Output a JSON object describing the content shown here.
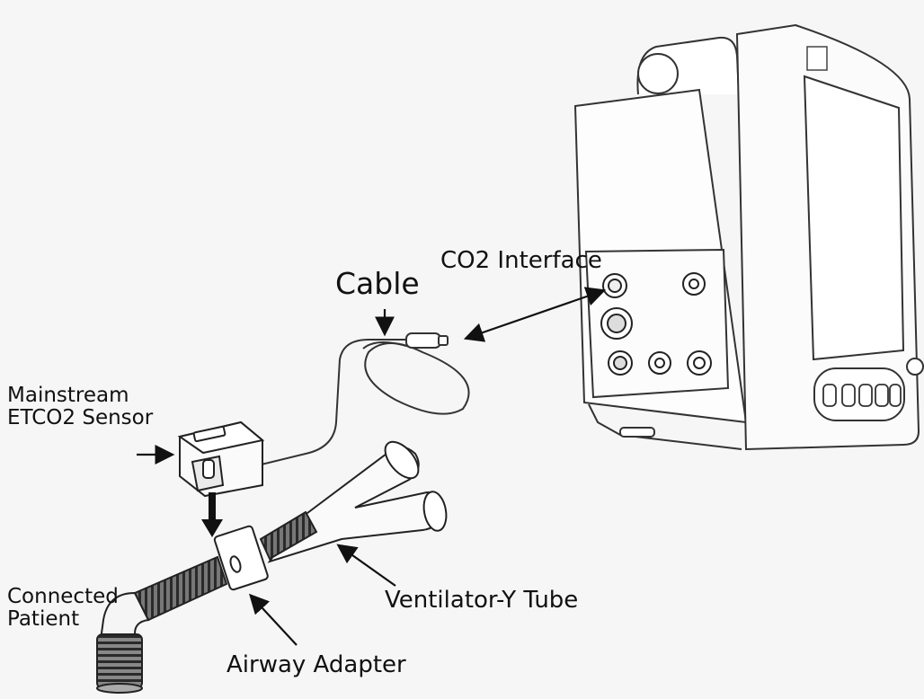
{
  "labels": {
    "cable": "Cable",
    "co2_interface": "CO2 Interface",
    "sensor_line1": "Mainstream",
    "sensor_line2": "ETCO2 Sensor",
    "patient_line1": "Connected",
    "patient_line2": "Patient",
    "ventilator": "Ventilator-Y Tube",
    "airway_adapter": "Airway Adapter"
  },
  "colors": {
    "background": "#f6f6f6",
    "line": "#222222",
    "text": "#111111"
  }
}
